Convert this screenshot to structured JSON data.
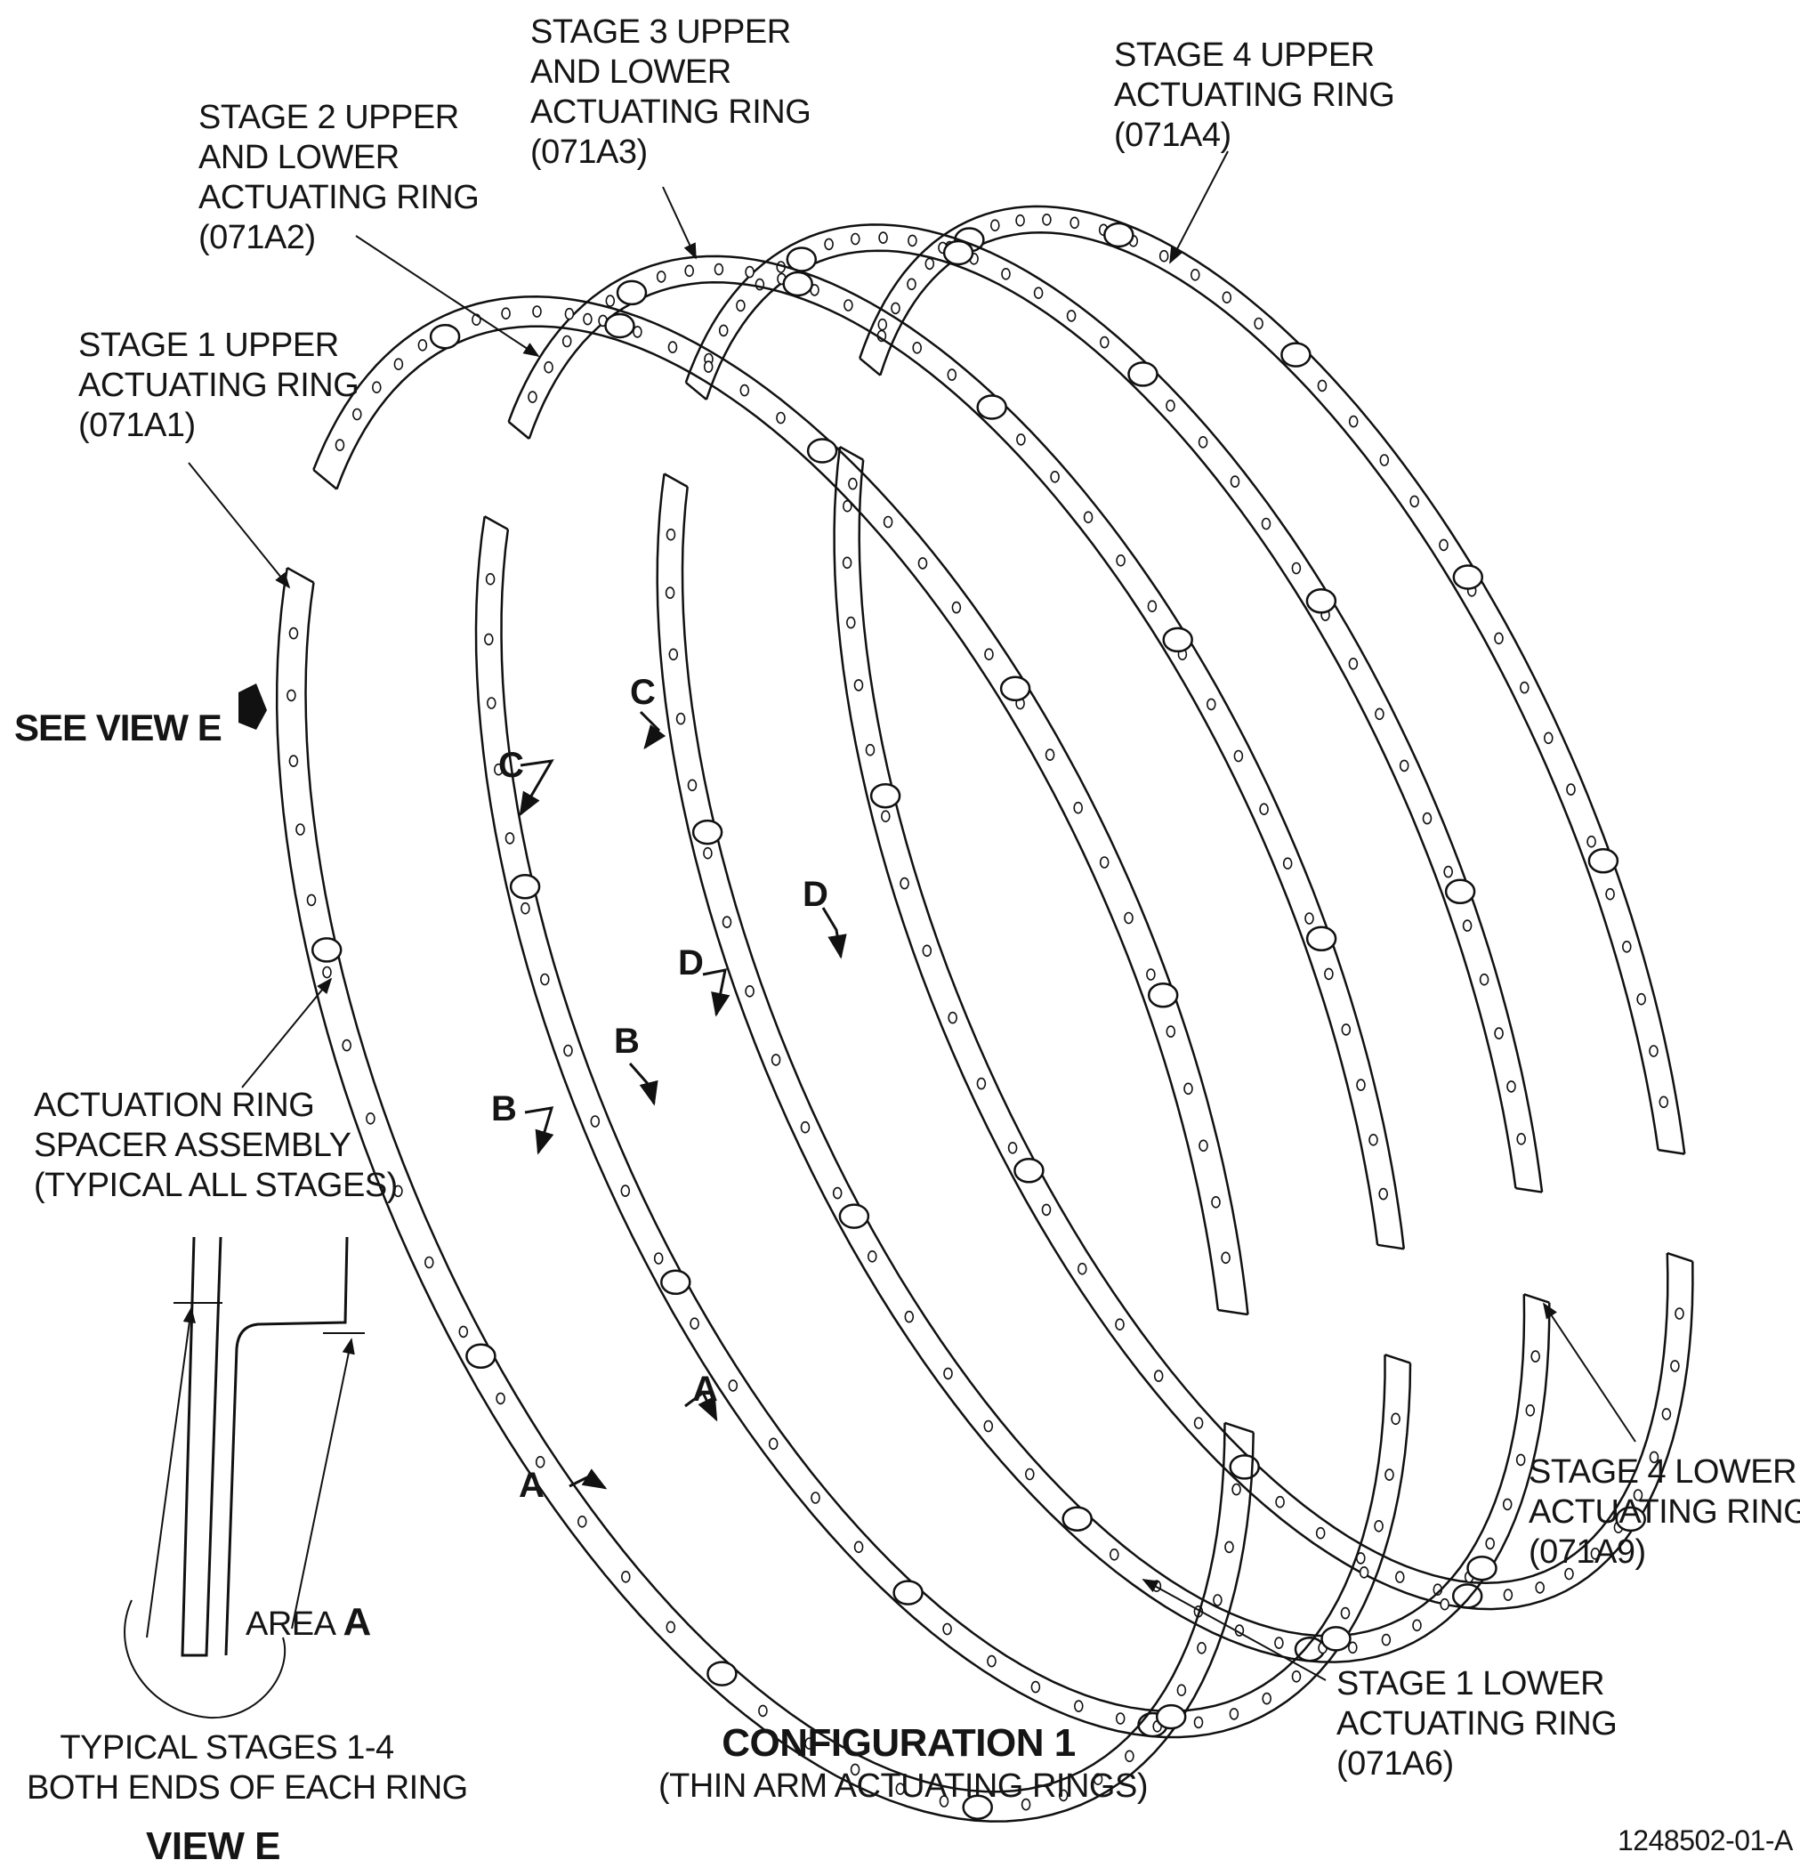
{
  "labels": {
    "stage2_upper": [
      "STAGE 2  UPPER",
      "AND LOWER",
      "ACTUATING RING",
      "(071A2)"
    ],
    "stage3_upper": [
      "STAGE 3 UPPER",
      "AND LOWER",
      "ACTUATING RING",
      "(071A3)"
    ],
    "stage4_upper": [
      "STAGE 4 UPPER",
      "ACTUATING RING",
      "(071A4)"
    ],
    "stage1_upper": [
      "STAGE 1 UPPER",
      "ACTUATING RING",
      "(071A1)"
    ],
    "spacer": [
      "ACTUATION RING",
      "SPACER ASSEMBLY",
      "(TYPICAL ALL STAGES)"
    ],
    "stage4_lower": [
      "STAGE 4 LOWER",
      "ACTUATING RING",
      "(071A9)"
    ],
    "stage1_lower": [
      "STAGE 1 LOWER",
      "ACTUATING RING",
      "(071A6)"
    ]
  },
  "see_view": "SEE VIEW E",
  "area": {
    "prefix": "AREA",
    "letter": "A"
  },
  "typical_note": [
    "TYPICAL STAGES 1-4",
    "BOTH ENDS OF EACH RING"
  ],
  "view_title": "VIEW E",
  "configuration": {
    "title": "CONFIGURATION 1",
    "subtitle": "(THIN ARM ACTUATING RINGS)"
  },
  "figure_id": "1248502-01-A",
  "section_marks": [
    "A",
    "A",
    "B",
    "B",
    "C",
    "C",
    "D",
    "D"
  ]
}
